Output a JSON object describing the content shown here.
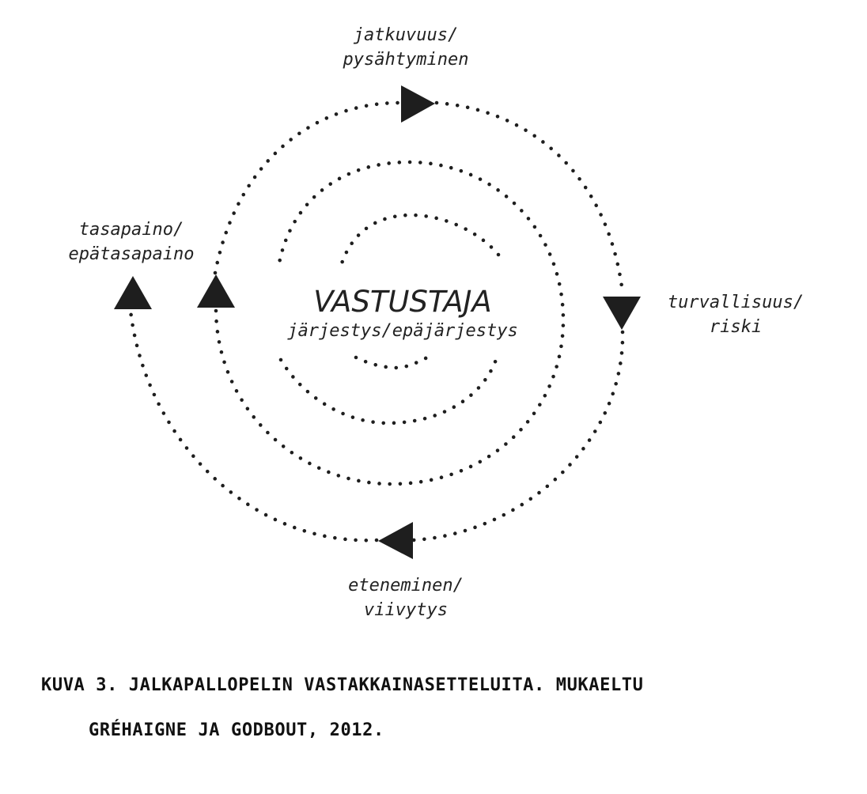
{
  "diagram": {
    "center": {
      "title": "VASTUSTAJA",
      "subtitle": "järjestys/epäjärjestys"
    },
    "labels": {
      "top": [
        "jatkuvuus/",
        "pysähtyminen"
      ],
      "right": [
        "turvallisuus/",
        "riski"
      ],
      "bottom": [
        "eteneminen/",
        "viivytys"
      ],
      "left": [
        "tasapaino/",
        "epätasapaino"
      ]
    },
    "colors": {
      "ink": "#1e1e1e",
      "background": "#ffffff"
    }
  },
  "caption": {
    "line1": "KUVA 3. JALKAPALLOPELIN VASTAKKAINASETTELUITA. MUKAELTU",
    "line2": "GRÉHAIGNE JA GODBOUT, 2012."
  }
}
